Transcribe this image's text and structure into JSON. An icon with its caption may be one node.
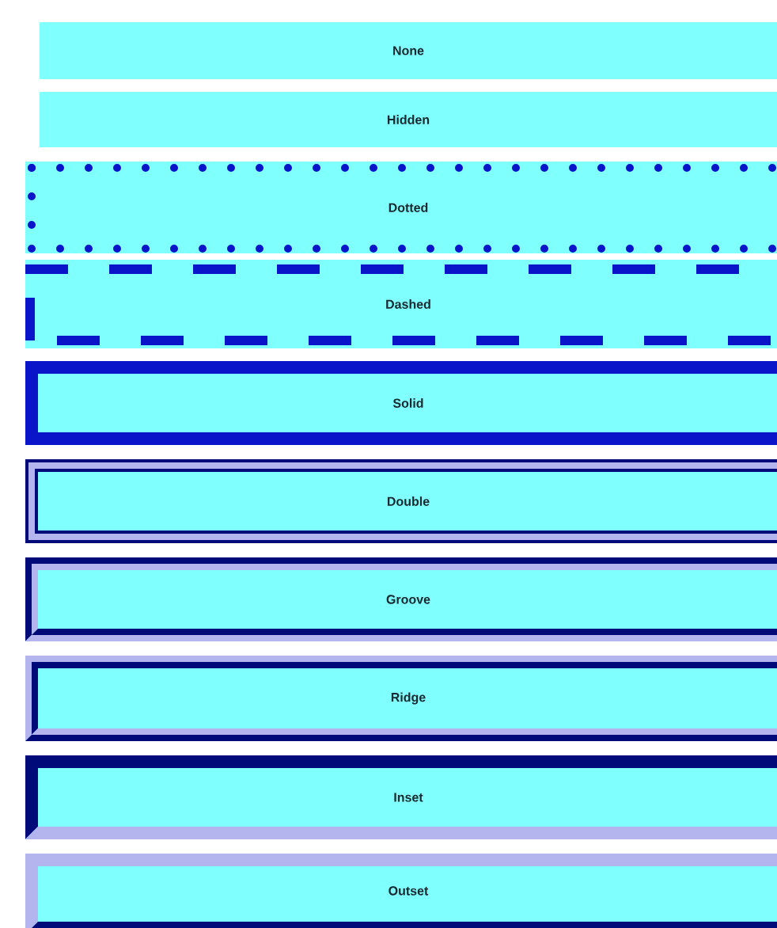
{
  "diagram": {
    "nodes": [
      {
        "text": [
          "None"
        ]
      },
      {
        "text": [
          "Hidden"
        ]
      },
      {
        "text": [
          "Dotted"
        ]
      },
      {
        "text": [
          "Dashed"
        ]
      },
      {
        "text": [
          "Solid"
        ]
      },
      {
        "text": [
          "Double"
        ]
      },
      {
        "text": [
          "Groove"
        ]
      },
      {
        "text": [
          "Ridge"
        ]
      },
      {
        "text": [
          "Inset"
        ]
      },
      {
        "text": [
          "Outset"
        ]
      }
    ]
  }
}
